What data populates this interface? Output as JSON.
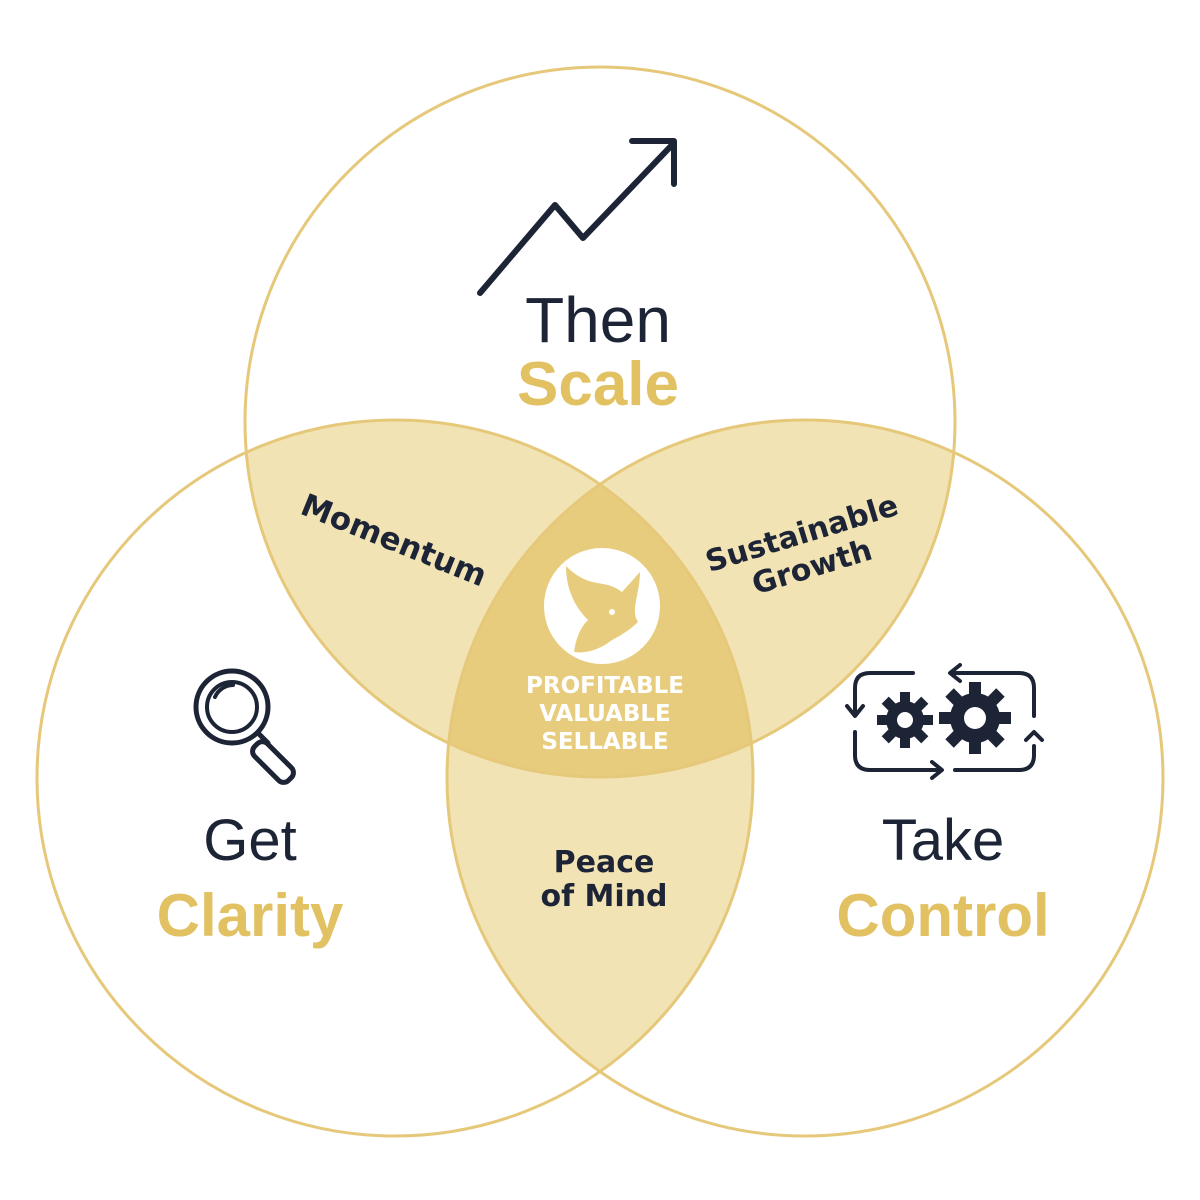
{
  "colors": {
    "gold": "#e6c466",
    "gold_text": "#e2c163",
    "navy": "#1c2436",
    "overlap_fill": "#f2e3b4",
    "center_fill": "#e8cc7e",
    "outline": "#e6c87a",
    "white": "#ffffff"
  },
  "circles": {
    "top": {
      "line1": "Then",
      "line2": "Scale",
      "icon": "trend-arrow-up-icon"
    },
    "left": {
      "line1": "Get",
      "line2": "Clarity",
      "icon": "magnifying-glass-icon"
    },
    "right": {
      "line1": "Take",
      "line2": "Control",
      "icon": "gears-cycle-icon"
    }
  },
  "overlaps": {
    "top_left": "Momentum",
    "top_right_line1": "Sustainable",
    "top_right_line2": "Growth",
    "bottom_line1": "Peace",
    "bottom_line2": "of Mind"
  },
  "center": {
    "icon": "rhino-logo-icon",
    "line1": "PROFITABLE",
    "line2": "VALUABLE",
    "line3": "SELLABLE"
  }
}
